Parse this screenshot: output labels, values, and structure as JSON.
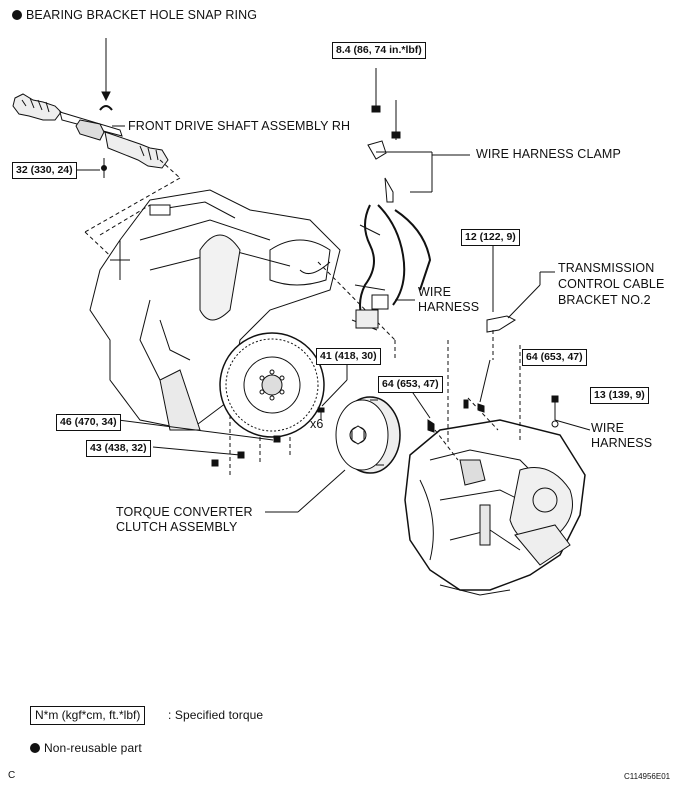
{
  "header": {
    "nonreusable_item": "BEARING BRACKET HOLE SNAP RING"
  },
  "labels": {
    "front_drive_shaft": "FRONT DRIVE SHAFT ASSEMBLY RH",
    "wire_harness_clamp": "WIRE HARNESS CLAMP",
    "wire_harness_center_1": "WIRE",
    "wire_harness_center_2": "HARNESS",
    "transmission_bracket_1": "TRANSMISSION",
    "transmission_bracket_2": "CONTROL CABLE",
    "transmission_bracket_3": "BRACKET NO.2",
    "wire_harness_right_1": "WIRE",
    "wire_harness_right_2": "HARNESS",
    "torque_converter_1": "TORQUE CONVERTER",
    "torque_converter_2": "CLUTCH ASSEMBLY",
    "bolt_count": "x6"
  },
  "torque_specs": {
    "t1": "8.4 (86, 74 in.*lbf)",
    "t2": "32 (330, 24)",
    "t3": "12 (122, 9)",
    "t4": "41 (418, 30)",
    "t5": "64 (653, 47)",
    "t6": "64 (653, 47)",
    "t7": "13 (139, 9)",
    "t8": "46 (470, 34)",
    "t9": "43 (438, 32)"
  },
  "legend": {
    "unit_box": "N*m (kgf*cm, ft.*lbf)",
    "unit_desc": ": Specified torque",
    "nonreusable": "Non-reusable part"
  },
  "footer": {
    "left_code": "C",
    "right_code": "C114956E01"
  }
}
